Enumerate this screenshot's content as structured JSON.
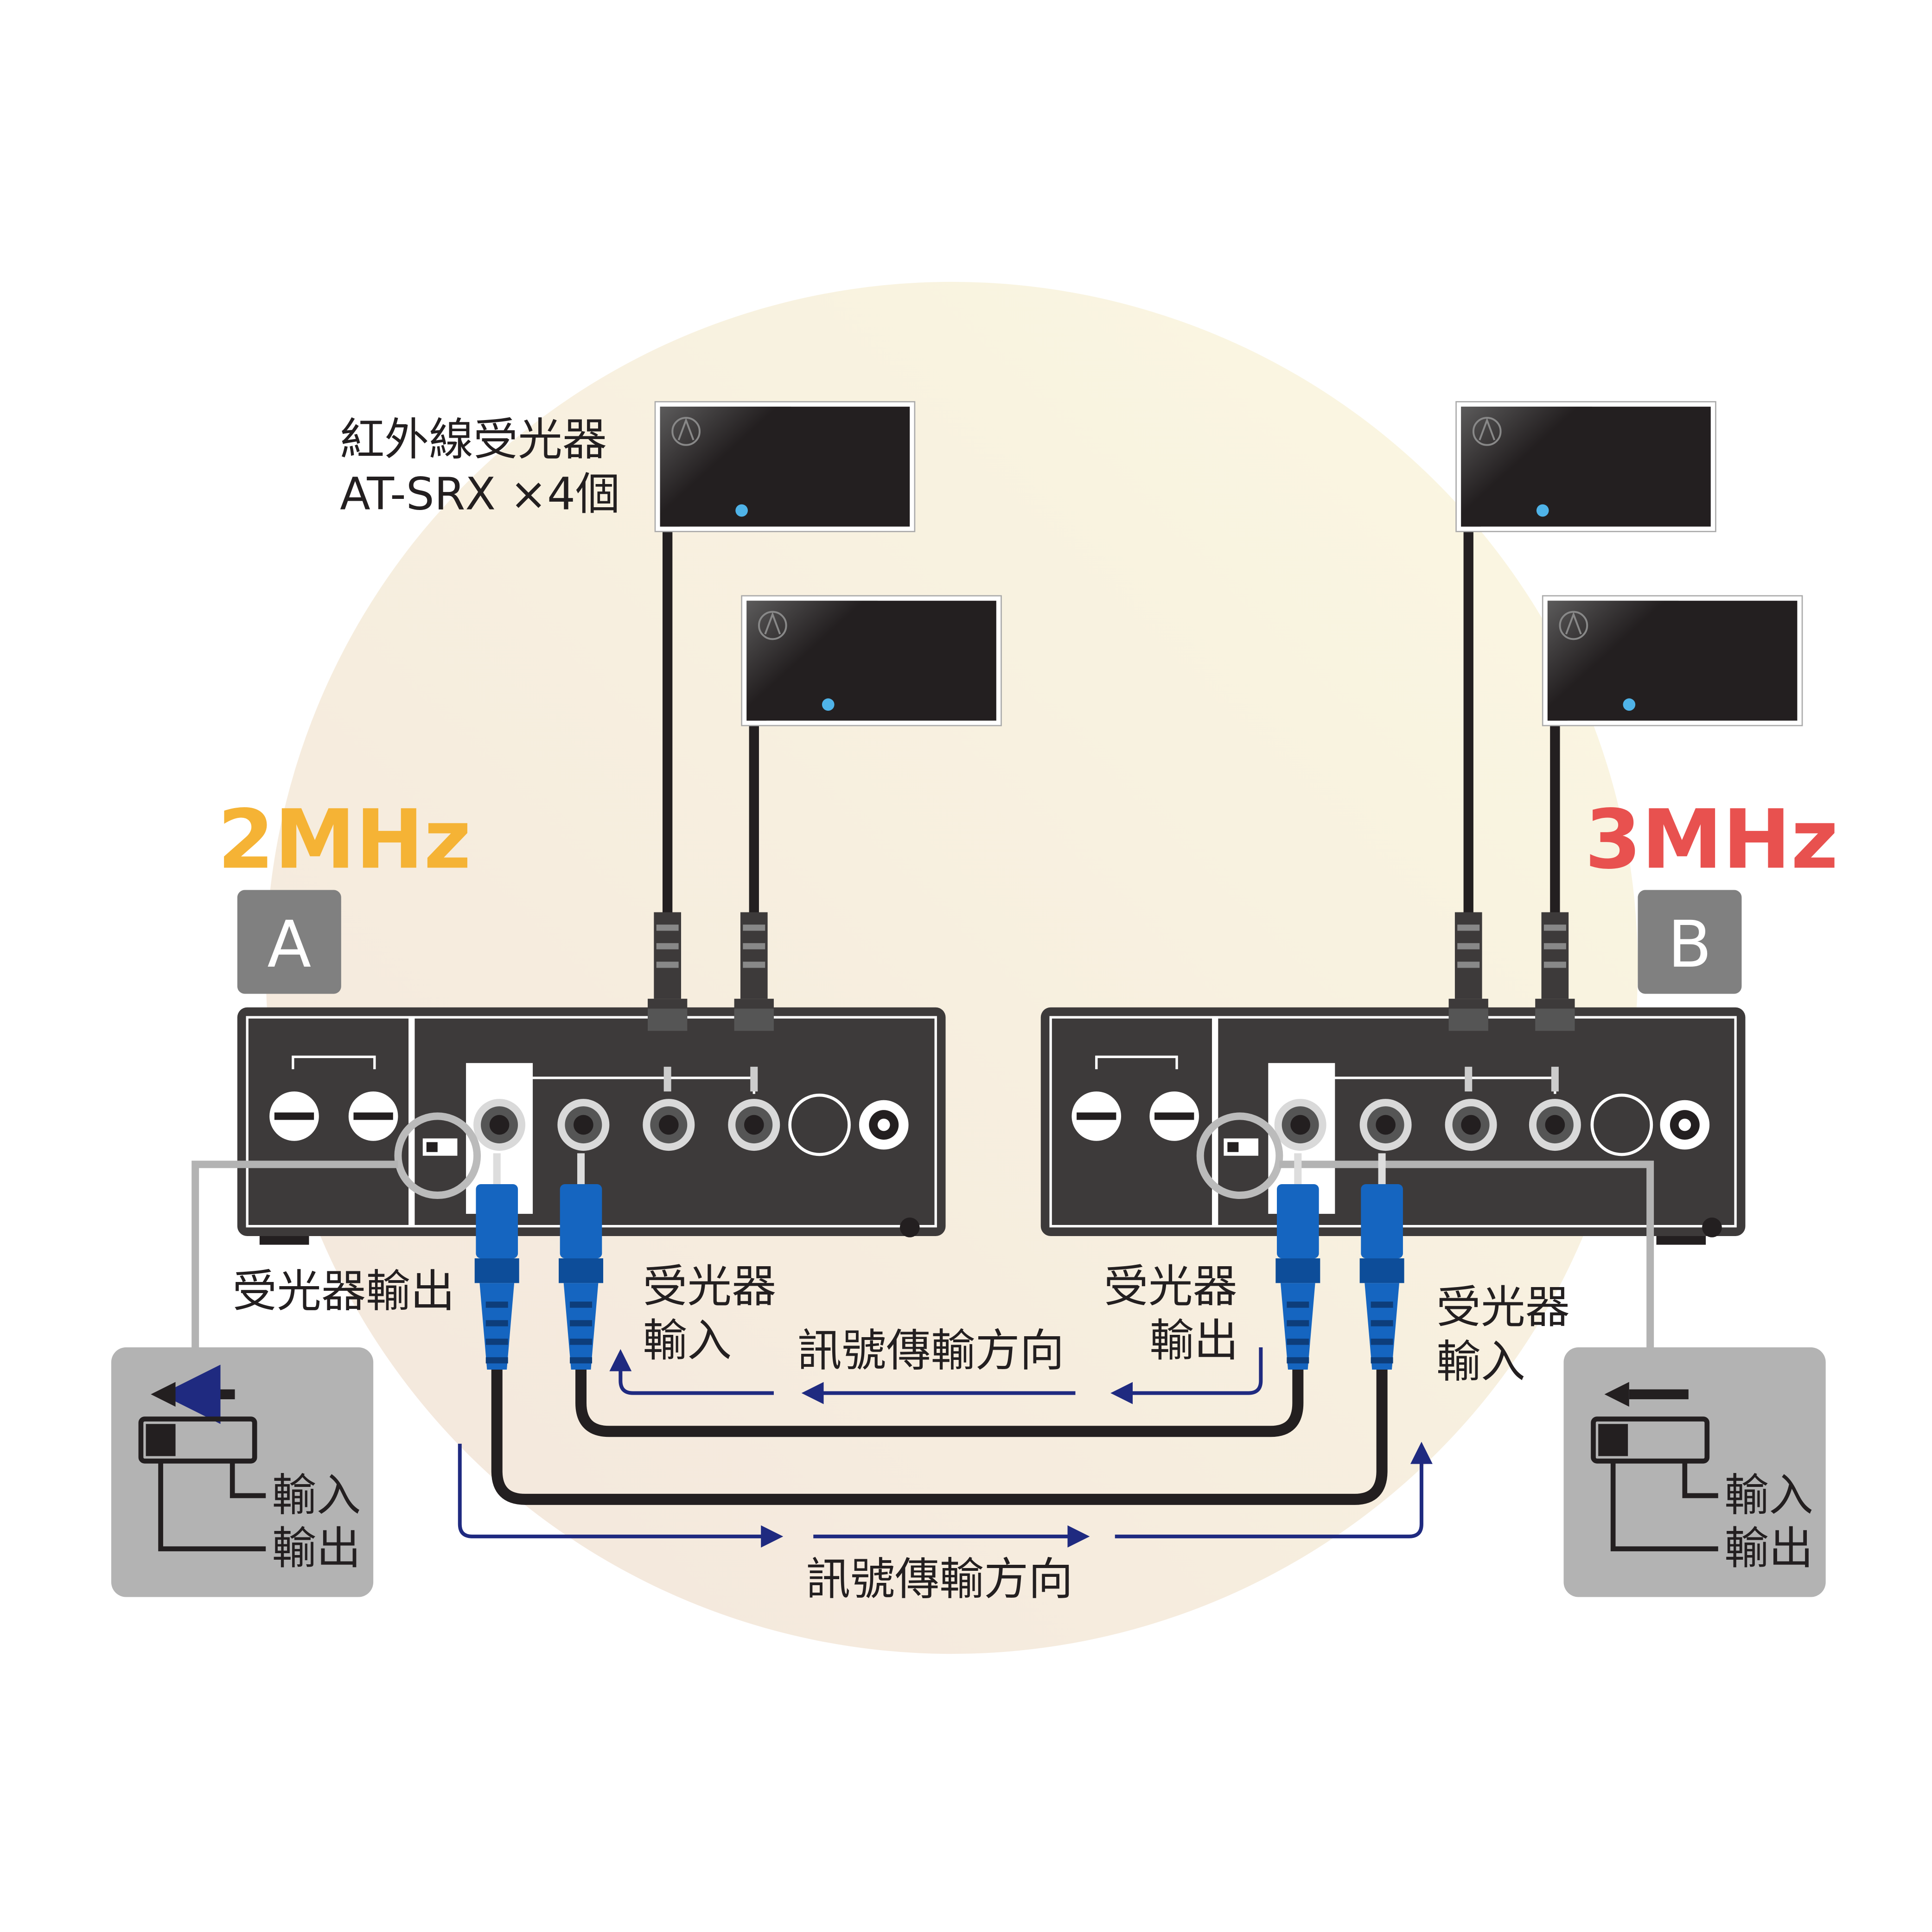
{
  "receiver_label": {
    "line1": "紅外線受光器",
    "line2": "AT-SRX ×4個"
  },
  "units": [
    {
      "id": "A",
      "letter": "A",
      "frequency": "2MHz",
      "frequency_color": "#f5b335"
    },
    {
      "id": "B",
      "letter": "B",
      "frequency": "3MHz",
      "frequency_color": "#e8514f"
    }
  ],
  "labels": {
    "a_receiver_out": "受光器輸出",
    "a_receiver_in_1": "受光器",
    "a_receiver_in_2": "輸入",
    "b_receiver_out_1": "受光器",
    "b_receiver_out_2": "輸出",
    "b_receiver_in_1": "受光器",
    "b_receiver_in_2": "輸入",
    "signal_direction_top": "訊號傳輸方向",
    "signal_direction_bottom": "訊號傳輸方向"
  },
  "switch_panels": [
    {
      "input": "輸入",
      "output": "輸出"
    },
    {
      "input": "輸入",
      "output": "輸出"
    }
  ],
  "colors": {
    "arrow": "#1f2a80",
    "connector_blue": "#1565c0",
    "device": "#3d3a3a",
    "panel": "#b3b3b3"
  }
}
